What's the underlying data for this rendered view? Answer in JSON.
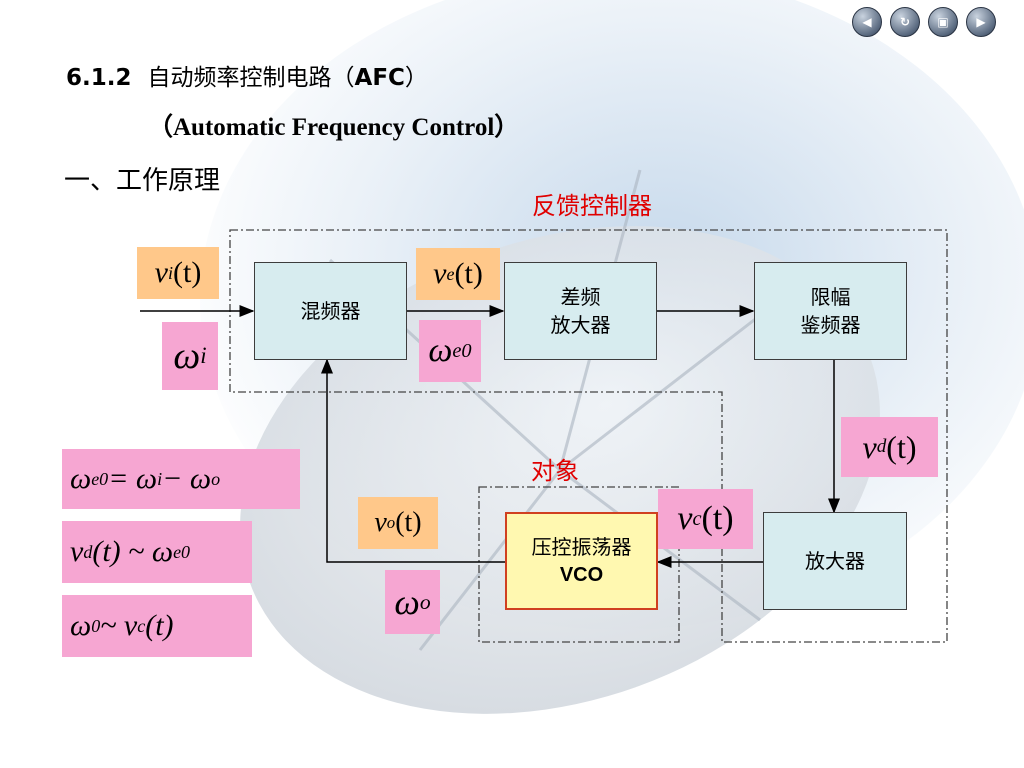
{
  "header": {
    "number": "6.1.2",
    "title_cn": "自动频率控制电路（",
    "title_abbr": "AFC",
    "title_close": "）",
    "subtitle": "（Automatic Frequency Control）",
    "section": "一、工作原理"
  },
  "labels": {
    "feedback_controller": "反馈控制器",
    "object": "对象"
  },
  "blocks": {
    "mixer": "混频器",
    "if_amp_line1": "差频",
    "if_amp_line2": "放大器",
    "discriminator_line1": "限幅",
    "discriminator_line2": "鉴频器",
    "amplifier": "放大器",
    "vco_line1": "压控振荡器",
    "vco_line2": "VCO"
  },
  "signals": {
    "vi": {
      "sym": "v",
      "sub": "i",
      "arg": "(t)"
    },
    "wi": {
      "sym": "ω",
      "sub": "i"
    },
    "ve": {
      "sym": "v",
      "sub": "e",
      "arg": "(t)"
    },
    "we0": {
      "sym": "ω",
      "sub": "e0"
    },
    "vd": {
      "sym": "v",
      "sub": "d",
      "arg": "(t)"
    },
    "vc": {
      "sym": "v",
      "sub": "c",
      "arg": "(t)"
    },
    "vo": {
      "sym": "v",
      "sub": "o",
      "arg": "(t)"
    },
    "wo": {
      "sym": "ω",
      "sub": "o"
    }
  },
  "equations": {
    "eq1": {
      "a": "ω",
      "a_sub": "e0",
      "op1": " = ω",
      "b_sub": "i",
      "op2": " − ω",
      "c_sub": "o"
    },
    "eq2": {
      "a": "v",
      "a_sub": "d",
      "mid": "(t) ~ ω",
      "b_sub": "e0"
    },
    "eq3": {
      "a": "ω",
      "a_sub": "0",
      "mid": " ~ v",
      "b_sub": "c",
      "end": "(t)"
    }
  },
  "nav": [
    "◀",
    "↻",
    "▣",
    "▶"
  ],
  "colors": {
    "red_label": "#e00000",
    "pink": "#f6a6d2",
    "orange": "#ffc88a",
    "block_fill": "#d7ecef",
    "vco_fill": "#fff8b0"
  }
}
